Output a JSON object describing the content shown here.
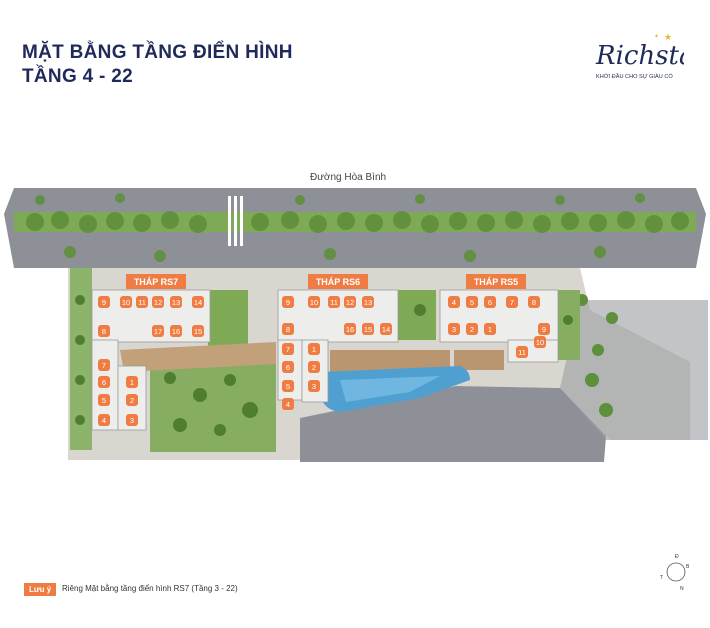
{
  "header": {
    "title": "MẶT BẰNG TẦNG ĐIỂN HÌNH",
    "subtitle": "TẦNG 4 - 22"
  },
  "brand": {
    "name": "Richstar",
    "tagline": "KHỞI ĐẦU CHO SỰ GIÀU CÓ"
  },
  "road": {
    "name": "Đường Hòa Bình"
  },
  "towers": [
    {
      "label": "THÁP RS7",
      "units": [
        "9",
        "10",
        "11",
        "12",
        "13",
        "14",
        "8",
        "15",
        "16",
        "17",
        "7",
        "6",
        "1",
        "5",
        "2",
        "4",
        "3"
      ]
    },
    {
      "label": "THÁP RS6",
      "units": [
        "9",
        "10",
        "11",
        "12",
        "13",
        "8",
        "14",
        "15",
        "16",
        "7",
        "6",
        "1",
        "5",
        "2",
        "4",
        "3"
      ]
    },
    {
      "label": "THÁP RS5",
      "units": [
        "4",
        "5",
        "6",
        "7",
        "8",
        "3",
        "2",
        "1",
        "9",
        "10",
        "11"
      ]
    }
  ],
  "note": {
    "badge": "Lưu ý",
    "text": "Riêng Mặt bằng tầng điển hình RS7 (Tầng 3 - 22)"
  },
  "compass": {
    "letters": [
      "Đ",
      "B",
      "T",
      "N"
    ]
  },
  "colors": {
    "accent": "#ef7d43",
    "title": "#1f2a5a",
    "road": "#8e9097",
    "pool": "#4f9fd0",
    "green": "#6f9e4c"
  }
}
